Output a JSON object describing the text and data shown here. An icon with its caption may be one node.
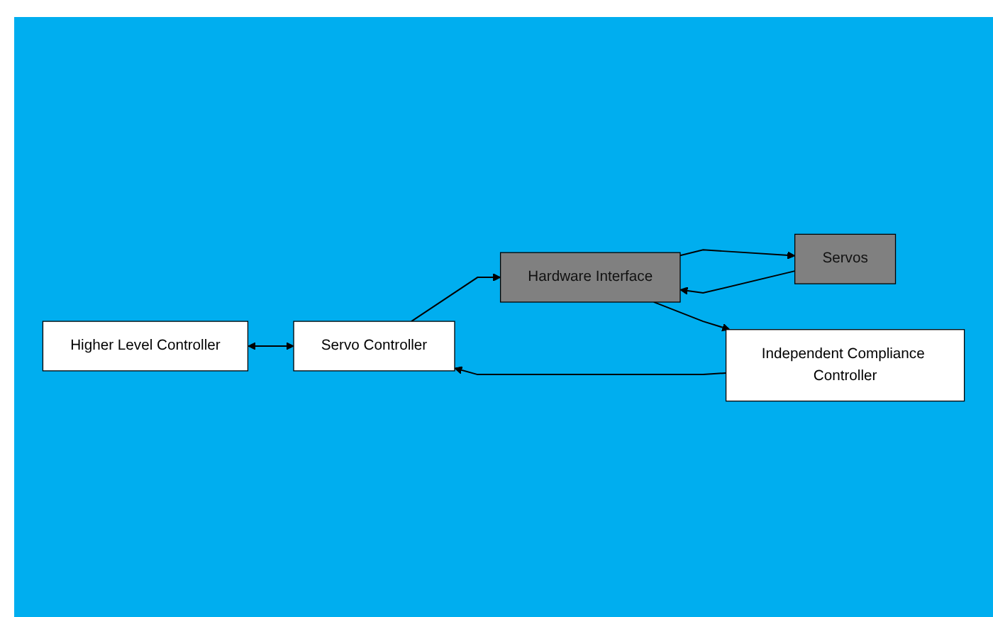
{
  "diagram": {
    "nodes": [
      {
        "text": [
          "Higher Level Controller"
        ]
      },
      {
        "text": [
          "Servo Controller"
        ]
      },
      {
        "text": [
          "Hardware Interface"
        ]
      },
      {
        "text": [
          "Servos"
        ]
      },
      {
        "text": [
          "Independent Compliance Controller"
        ]
      }
    ],
    "edges": [
      {
        "from": 0,
        "to": 1,
        "arrow": "both"
      },
      {
        "from": 1,
        "to": 2,
        "arrow": "to"
      },
      {
        "from": 2,
        "to": 3,
        "arrow": "to"
      },
      {
        "from": 3,
        "to": 2,
        "arrow": "to"
      },
      {
        "from": 2,
        "to": 4,
        "arrow": "to"
      },
      {
        "from": 4,
        "to": 1,
        "arrow": "to"
      }
    ]
  }
}
